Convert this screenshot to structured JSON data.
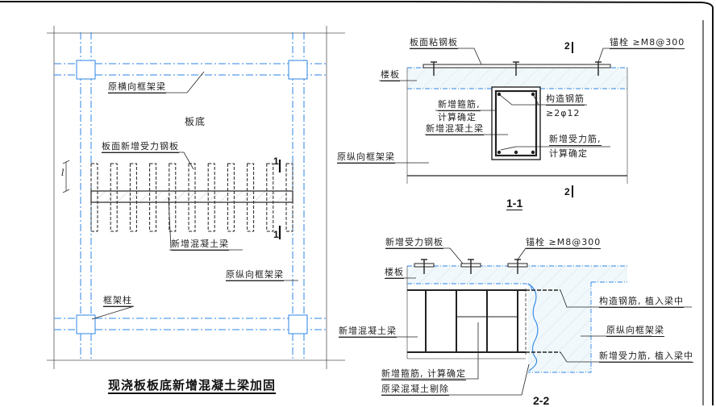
{
  "colors": {
    "line": "#222222",
    "axis_blue": "#2e86e6",
    "concrete_fill": "#f2f8fb"
  },
  "plan_view": {
    "title": "现浇板板底新增混凝土梁加固",
    "labels": {
      "transverse_beam": "原横向框架梁",
      "slab_bottom": "板底",
      "top_steel_plate": "板面新增受力钢板",
      "new_beam": "新增混凝土梁",
      "longitudinal_beam": "原纵向框架梁",
      "column": "框架柱",
      "dimension_l": "l",
      "section_mark": "1"
    }
  },
  "section_1_1": {
    "title": "1-1",
    "section_mark": "2",
    "labels": {
      "bonded_plate": "板面粘钢板",
      "anchor": "锚栓 ≥M8@300",
      "slab": "楼板",
      "stirrup_line1": "新增箍筋,",
      "stirrup_line2": "计算确定",
      "new_beam": "新增混凝土梁",
      "constructional_bar_line1": "构造钢筋",
      "constructional_bar_line2": "≥2φ12",
      "main_bar_line1": "新增受力筋,",
      "main_bar_line2": "计算确定",
      "longitudinal_beam": "原纵向框架梁"
    }
  },
  "section_2_2": {
    "title": "2-2",
    "labels": {
      "plate": "新增受力钢板",
      "anchor": "锚栓 ≥M8@300",
      "slab": "楼板",
      "constructional_bar": "构造钢筋, 植入梁中",
      "longitudinal_beam": "原纵向框架梁",
      "new_beam": "新增混凝土梁",
      "main_bar": "新增受力筋, 植入梁中",
      "stirrup": "新增箍筋, 计算确定",
      "concrete_removed": "原梁混凝土剔除"
    }
  }
}
